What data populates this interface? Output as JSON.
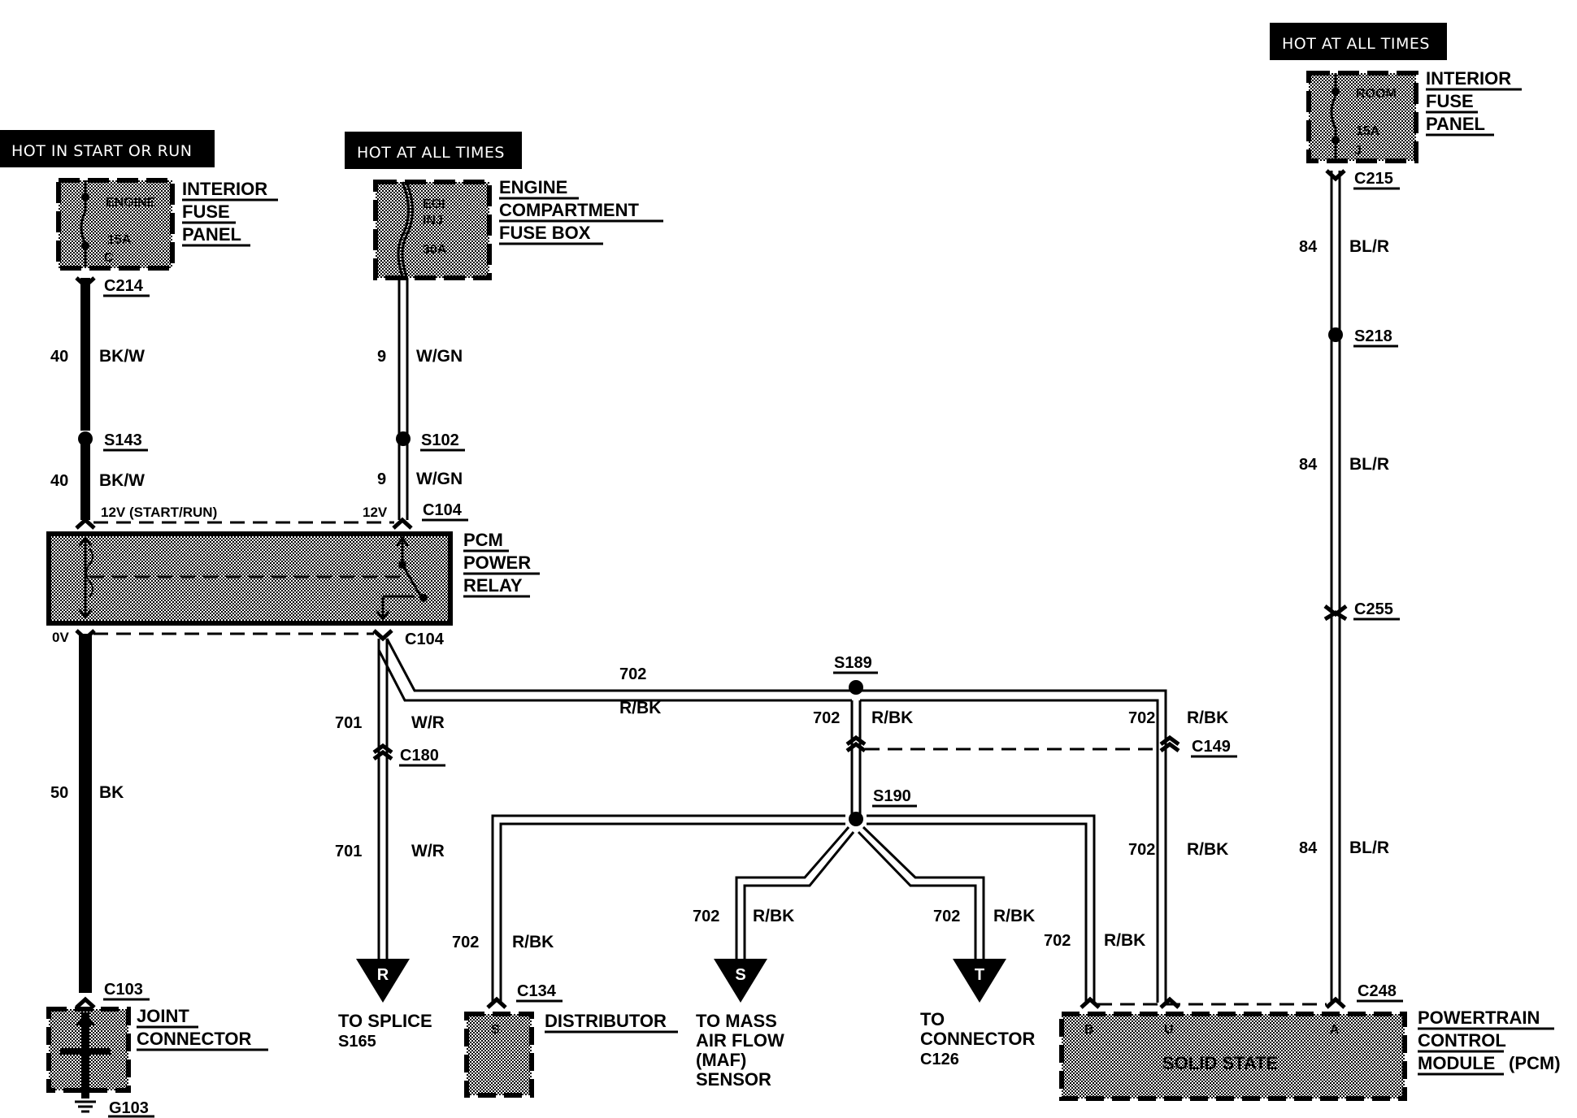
{
  "title": "PCM Power Relay / Powertrain Control Module Power Distribution",
  "colors": {
    "ink": "#000000",
    "paper": "#ffffff",
    "shade": "#9a9a9a"
  },
  "power_tags": {
    "start_run": "HOT IN START OR RUN",
    "all_times_mid": "HOT AT ALL TIMES",
    "all_times_right": "HOT AT ALL TIMES"
  },
  "components": {
    "fuse_engine": {
      "name": "ENGINE",
      "rating": "15A",
      "cavity": "C",
      "label": [
        "INTERIOR",
        "FUSE",
        "PANEL"
      ]
    },
    "fuse_egi": {
      "name_1": "EGI",
      "name_2": "INJ",
      "rating": "30A",
      "label": [
        "ENGINE",
        "COMPARTMENT",
        "FUSE BOX"
      ]
    },
    "fuse_room": {
      "name": "ROOM",
      "rating": "15A",
      "cavity": "J",
      "label": [
        "INTERIOR",
        "FUSE",
        "PANEL"
      ]
    },
    "relay": {
      "label": [
        "PCM",
        "POWER",
        "RELAY"
      ],
      "v_start_run": "12V (START/RUN)",
      "v_batt": "12V",
      "v_ground": "0V"
    },
    "joint_connector": {
      "label": [
        "JOINT",
        "CONNECTOR"
      ]
    },
    "distributor": {
      "label": "DISTRIBUTOR",
      "pin": "S"
    },
    "pcm": {
      "label": [
        "POWERTRAIN",
        "CONTROL",
        "MODULE"
      ],
      "suffix": "(PCM)",
      "body": "SOLID STATE",
      "pins": [
        "B",
        "U",
        "A"
      ]
    }
  },
  "connectors": {
    "c214": "C214",
    "c104_top": "C104",
    "c104_bot": "C104",
    "c215": "C215",
    "c255": "C255",
    "c180": "C180",
    "c149": "C149",
    "c134": "C134",
    "c103": "C103",
    "c248": "C248",
    "g103": "G103"
  },
  "splices": {
    "s143": "S143",
    "s102": "S102",
    "s218": "S218",
    "s189": "S189",
    "s190": "S190"
  },
  "wires": [
    {
      "id": "w40a",
      "circuit": "40",
      "color": "BK/W"
    },
    {
      "id": "w40b",
      "circuit": "40",
      "color": "BK/W"
    },
    {
      "id": "w9a",
      "circuit": "9",
      "color": "W/GN"
    },
    {
      "id": "w9b",
      "circuit": "9",
      "color": "W/GN"
    },
    {
      "id": "w84a",
      "circuit": "84",
      "color": "BL/R"
    },
    {
      "id": "w84b",
      "circuit": "84",
      "color": "BL/R"
    },
    {
      "id": "w84c",
      "circuit": "84",
      "color": "BL/R"
    },
    {
      "id": "w50",
      "circuit": "50",
      "color": "BK"
    },
    {
      "id": "w701a",
      "circuit": "701",
      "color": "W/R"
    },
    {
      "id": "w701b",
      "circuit": "701",
      "color": "W/R"
    },
    {
      "id": "w702h",
      "circuit": "702",
      "color": "R/BK"
    },
    {
      "id": "w702s189",
      "circuit": "702",
      "color": "R/BK"
    },
    {
      "id": "w702c149",
      "circuit": "702",
      "color": "R/BK"
    },
    {
      "id": "w702c149b",
      "circuit": "702",
      "color": "R/BK"
    },
    {
      "id": "w702dist",
      "circuit": "702",
      "color": "R/BK"
    },
    {
      "id": "w702maf",
      "circuit": "702",
      "color": "R/BK"
    },
    {
      "id": "w702t",
      "circuit": "702",
      "color": "R/BK"
    },
    {
      "id": "w702pcmb",
      "circuit": "702",
      "color": "R/BK"
    }
  ],
  "off_page": {
    "r": {
      "letter": "R",
      "text": [
        "TO SPLICE",
        "S165"
      ]
    },
    "s": {
      "letter": "S",
      "text": [
        "TO MASS",
        "AIR FLOW",
        "(MAF)",
        "SENSOR"
      ]
    },
    "t": {
      "letter": "T",
      "text": [
        "TO",
        "CONNECTOR",
        "C126"
      ]
    }
  }
}
